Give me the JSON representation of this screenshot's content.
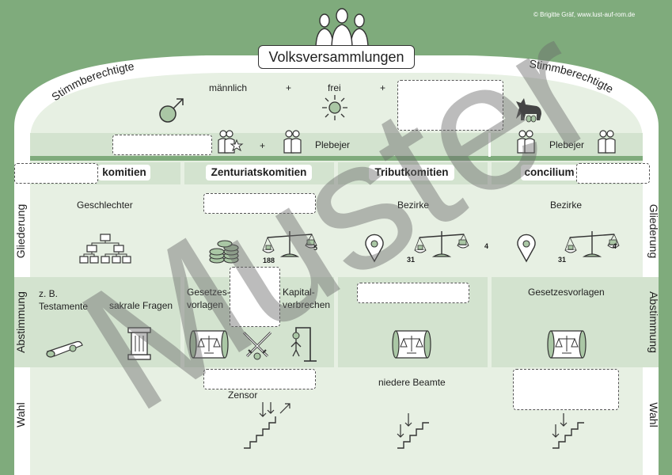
{
  "copyright": "© Brigitte Gräf, www.lust-auf-rom.de",
  "title": "Volksversammlungen",
  "arch_label_left": "Stimmberechtigte",
  "arch_label_right": "Stimmberechtigte",
  "criteria": {
    "male": "männlich",
    "plus1": "+",
    "free": "frei",
    "plus2": "+"
  },
  "plebs_row": {
    "plus": "+",
    "plebejer_center": "Plebejer",
    "plebejer_right": "Plebejer"
  },
  "columns": {
    "c1": {
      "suffix": "komitien",
      "gliederung": "Geschlechter",
      "abst_a": "z. B.\nTestamente",
      "abst_b": "sakrale Fragen"
    },
    "c2": {
      "title": "Zenturiatskomitien",
      "num_left": "188",
      "num_right": "5",
      "gesetz": "Gesetzes-\nvorlagen",
      "kapital": "Kapital-\nverbrechen",
      "wahl": "Zensor"
    },
    "c3": {
      "title": "Tributkomitien",
      "gliederung": "Bezirke",
      "num_left": "31",
      "num_right": "4",
      "wahl": "niedere Beamte"
    },
    "c4": {
      "title": "concilium",
      "gliederung": "Bezirke",
      "num_left": "31",
      "num_right": "4",
      "abst": "Gesetzesvorlagen"
    }
  },
  "rows": {
    "gliederung": "Gliederung",
    "abstimmung": "Abstimmung",
    "wahl": "Wahl"
  },
  "watermark": "Muster",
  "colors": {
    "background": "#7fab7c",
    "panel": "#e7f0e3",
    "band": "#d3e3cf",
    "icon_fill": "#aac7a5"
  }
}
